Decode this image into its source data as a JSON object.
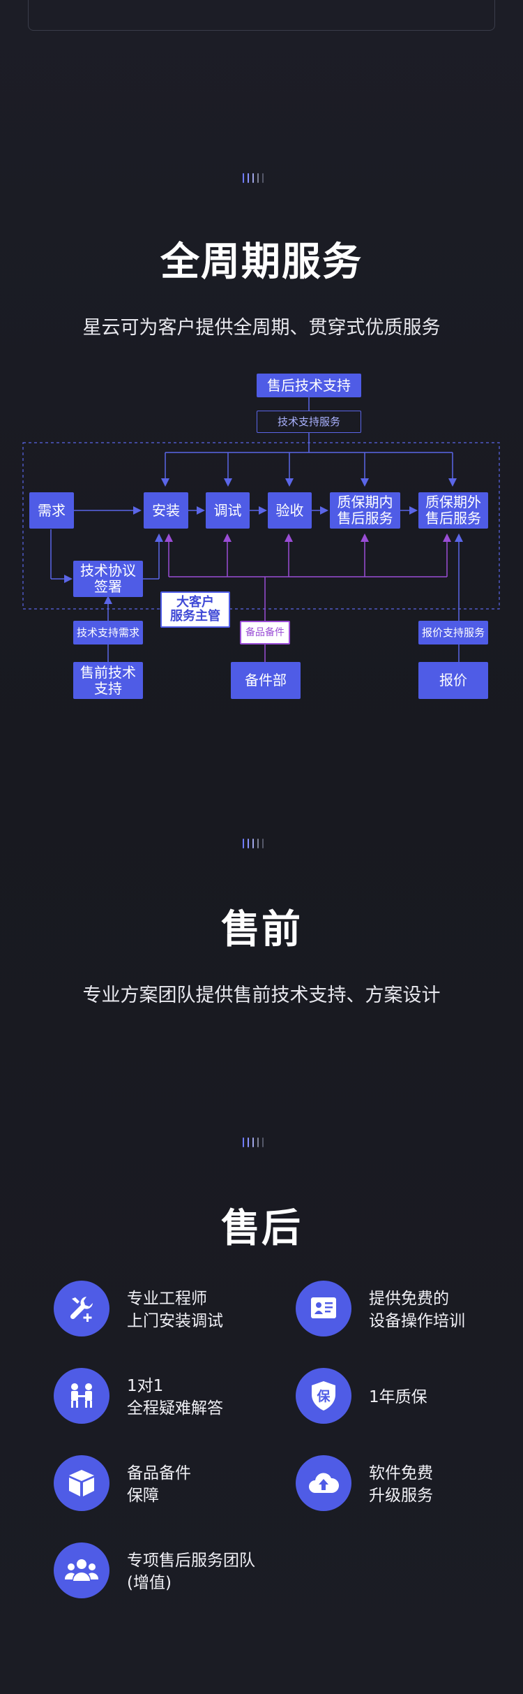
{
  "lifecycle": {
    "title": "全周期服务",
    "subtitle": "星云可为客户提供全周期、贯穿式优质服务"
  },
  "diagram": {
    "after_sales_support": "售后技术支持",
    "tech_support_service": "技术支持服务",
    "demand": "需求",
    "install": "安装",
    "debug": "调试",
    "acceptance": "验收",
    "warranty_in": [
      "质保期内",
      "售后服务"
    ],
    "warranty_out": [
      "质保期外",
      "售后服务"
    ],
    "tech_agreement": [
      "技术协议",
      "签署"
    ],
    "key_account": [
      "大客户",
      "服务主管"
    ],
    "tech_support_demand": "技术支持需求",
    "spare_parts": "备品备件",
    "quote_support": "报价支持服务",
    "presales_tech": [
      "售前技术",
      "支持"
    ],
    "parts_dept": "备件部",
    "quote": "报价"
  },
  "presales": {
    "title": "售前",
    "subtitle": "专业方案团队提供售前技术支持、方案设计"
  },
  "aftersales": {
    "title": "售后",
    "items": [
      {
        "icon": "wrench-screwdriver-icon",
        "lines": [
          "专业工程师",
          "上门安装调试"
        ]
      },
      {
        "icon": "training-board-icon",
        "lines": [
          "提供免费的",
          "设备操作培训"
        ]
      },
      {
        "icon": "consultation-icon",
        "lines": [
          "1对1",
          "全程疑难解答"
        ]
      },
      {
        "icon": "warranty-shield-icon",
        "glyph": "保",
        "lines": [
          "1年质保"
        ]
      },
      {
        "icon": "parts-box-icon",
        "lines": [
          "备品备件",
          "保障"
        ]
      },
      {
        "icon": "cloud-upload-icon",
        "lines": [
          "软件免费",
          "升级服务"
        ]
      },
      {
        "icon": "team-icon",
        "lines": [
          "专项售后服务团队",
          "(增值)"
        ]
      }
    ]
  },
  "colors": {
    "accent": "#4f5ce6",
    "highlight_line": "#9a4dd6",
    "background": "#1b1c24"
  }
}
